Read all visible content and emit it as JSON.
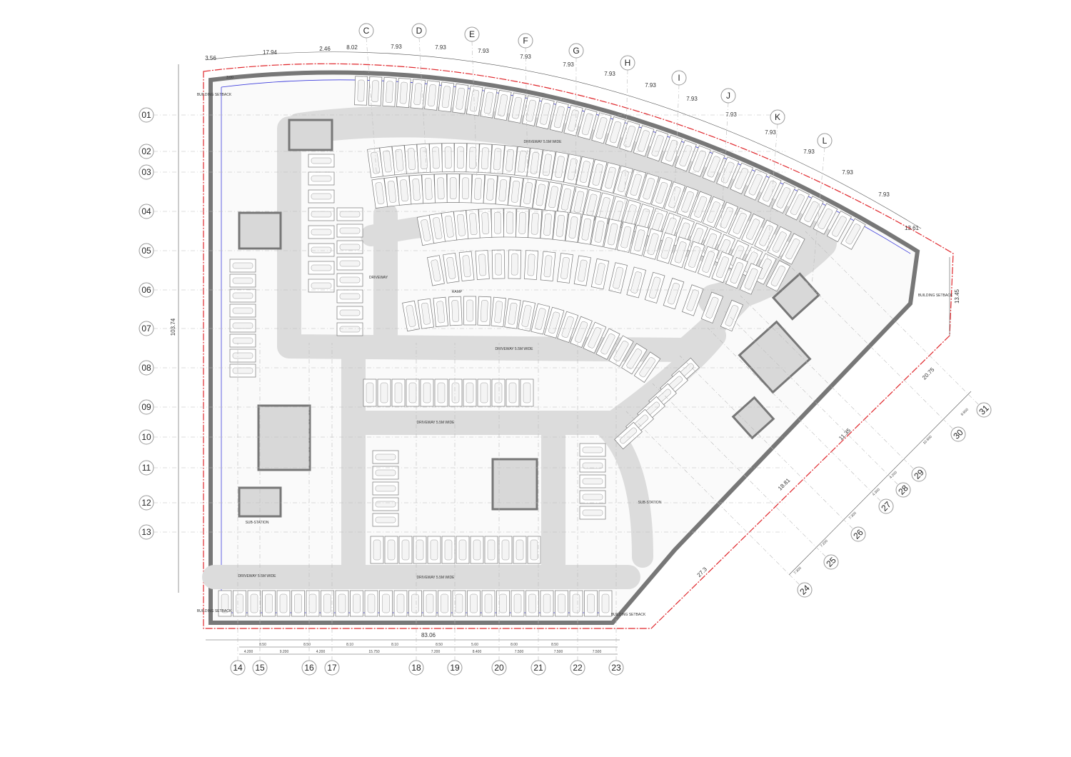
{
  "grid": {
    "top": [
      "C",
      "D",
      "E",
      "F",
      "G",
      "H",
      "I",
      "J",
      "K",
      "L"
    ],
    "left": [
      "01",
      "02",
      "03",
      "04",
      "05",
      "06",
      "07",
      "08",
      "09",
      "10",
      "11",
      "12",
      "13"
    ],
    "bottom": [
      "14",
      "15",
      "16",
      "17",
      "18",
      "19",
      "20",
      "21",
      "22",
      "23"
    ],
    "diagonal": [
      "24",
      "25",
      "26",
      "27",
      "28",
      "29",
      "30",
      "31"
    ]
  },
  "dimensions": {
    "top": [
      "3.56",
      "17.94",
      "2.46",
      "8.02",
      "7.93",
      "7.93",
      "7.93",
      "7.93",
      "7.93",
      "7.93",
      "7.93",
      "7.93",
      "7.93",
      "7.93",
      "7.93",
      "7.93",
      "7.93",
      "13.61"
    ],
    "overall_width": "83.06",
    "bottom_row1": [
      "8.50",
      "8.50",
      "8.10",
      "8.10",
      "8.50",
      "5.60",
      "8.00",
      "8.50"
    ],
    "bottom_row2": [
      "4.200",
      "9.200",
      "4.200",
      "15.750",
      "7.200",
      "8.400",
      "7.500",
      "7.500",
      "7.500"
    ],
    "overall_height": "103.74",
    "right": [
      "13.45",
      "20.75",
      "11.35",
      "18.81",
      "27.3"
    ],
    "diagonal": [
      "7.300",
      "7.200",
      "7.300",
      "4.300",
      "4.200",
      "10.800",
      "8.800"
    ]
  },
  "labels": {
    "setback": "BUILDING SETBACK",
    "setback_dim": "3.00",
    "substation": "SUB-STATION",
    "driveway": "DRIVEWAY 5.5M WIDE",
    "driveway_short": "DRIVEWAY",
    "ramp": "RAMP"
  },
  "colors": {
    "property_line": "#e0262b",
    "setback_line": "#3b3bdc",
    "wall": "#777777",
    "driveway": "#dcdcdc"
  }
}
